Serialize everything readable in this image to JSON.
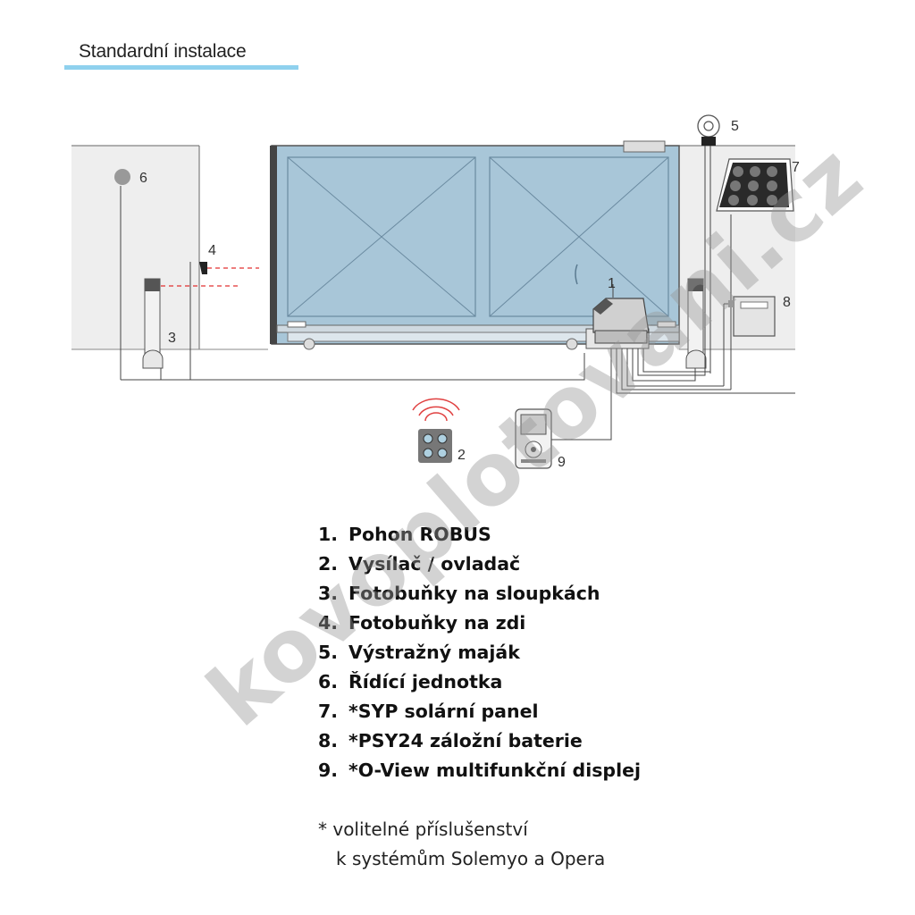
{
  "header": {
    "title": "Standardní instalace"
  },
  "diagram": {
    "labels": {
      "robus": "1",
      "transmitter": "2",
      "post_photocells": "3",
      "wall_photocells": "4",
      "beacon": "5",
      "control_unit": "6",
      "solar_panel": "7",
      "battery": "8",
      "display": "9"
    }
  },
  "legend": {
    "items": [
      {
        "num": "1.",
        "text": "Pohon ROBUS"
      },
      {
        "num": "2.",
        "text": "Vysílač / ovladač"
      },
      {
        "num": "3.",
        "text": "Fotobuňky na sloupkách"
      },
      {
        "num": "4.",
        "text": "Fotobuňky na zdi"
      },
      {
        "num": "5.",
        "text": "Výstražný maják"
      },
      {
        "num": "6.",
        "text": "Řídící jednotka"
      },
      {
        "num": "7.",
        "text": "*SYP solární panel"
      },
      {
        "num": "8.",
        "text": "*PSY24 záložní baterie"
      },
      {
        "num": "9.",
        "text": "*O-View multifunkční displej"
      }
    ]
  },
  "footnote": {
    "line1": "* volitelné příslušenství",
    "line2": "k systémům Solemyo a Opera"
  },
  "watermark": {
    "text": "kovoplotovani.cz"
  },
  "colors": {
    "accent_underline": "#8fd1ee",
    "gate_fill": "#a8c6d8",
    "wall_fill": "#eeeeee",
    "photocell_beam": "#e23030",
    "signal_waves": "#e04040"
  }
}
